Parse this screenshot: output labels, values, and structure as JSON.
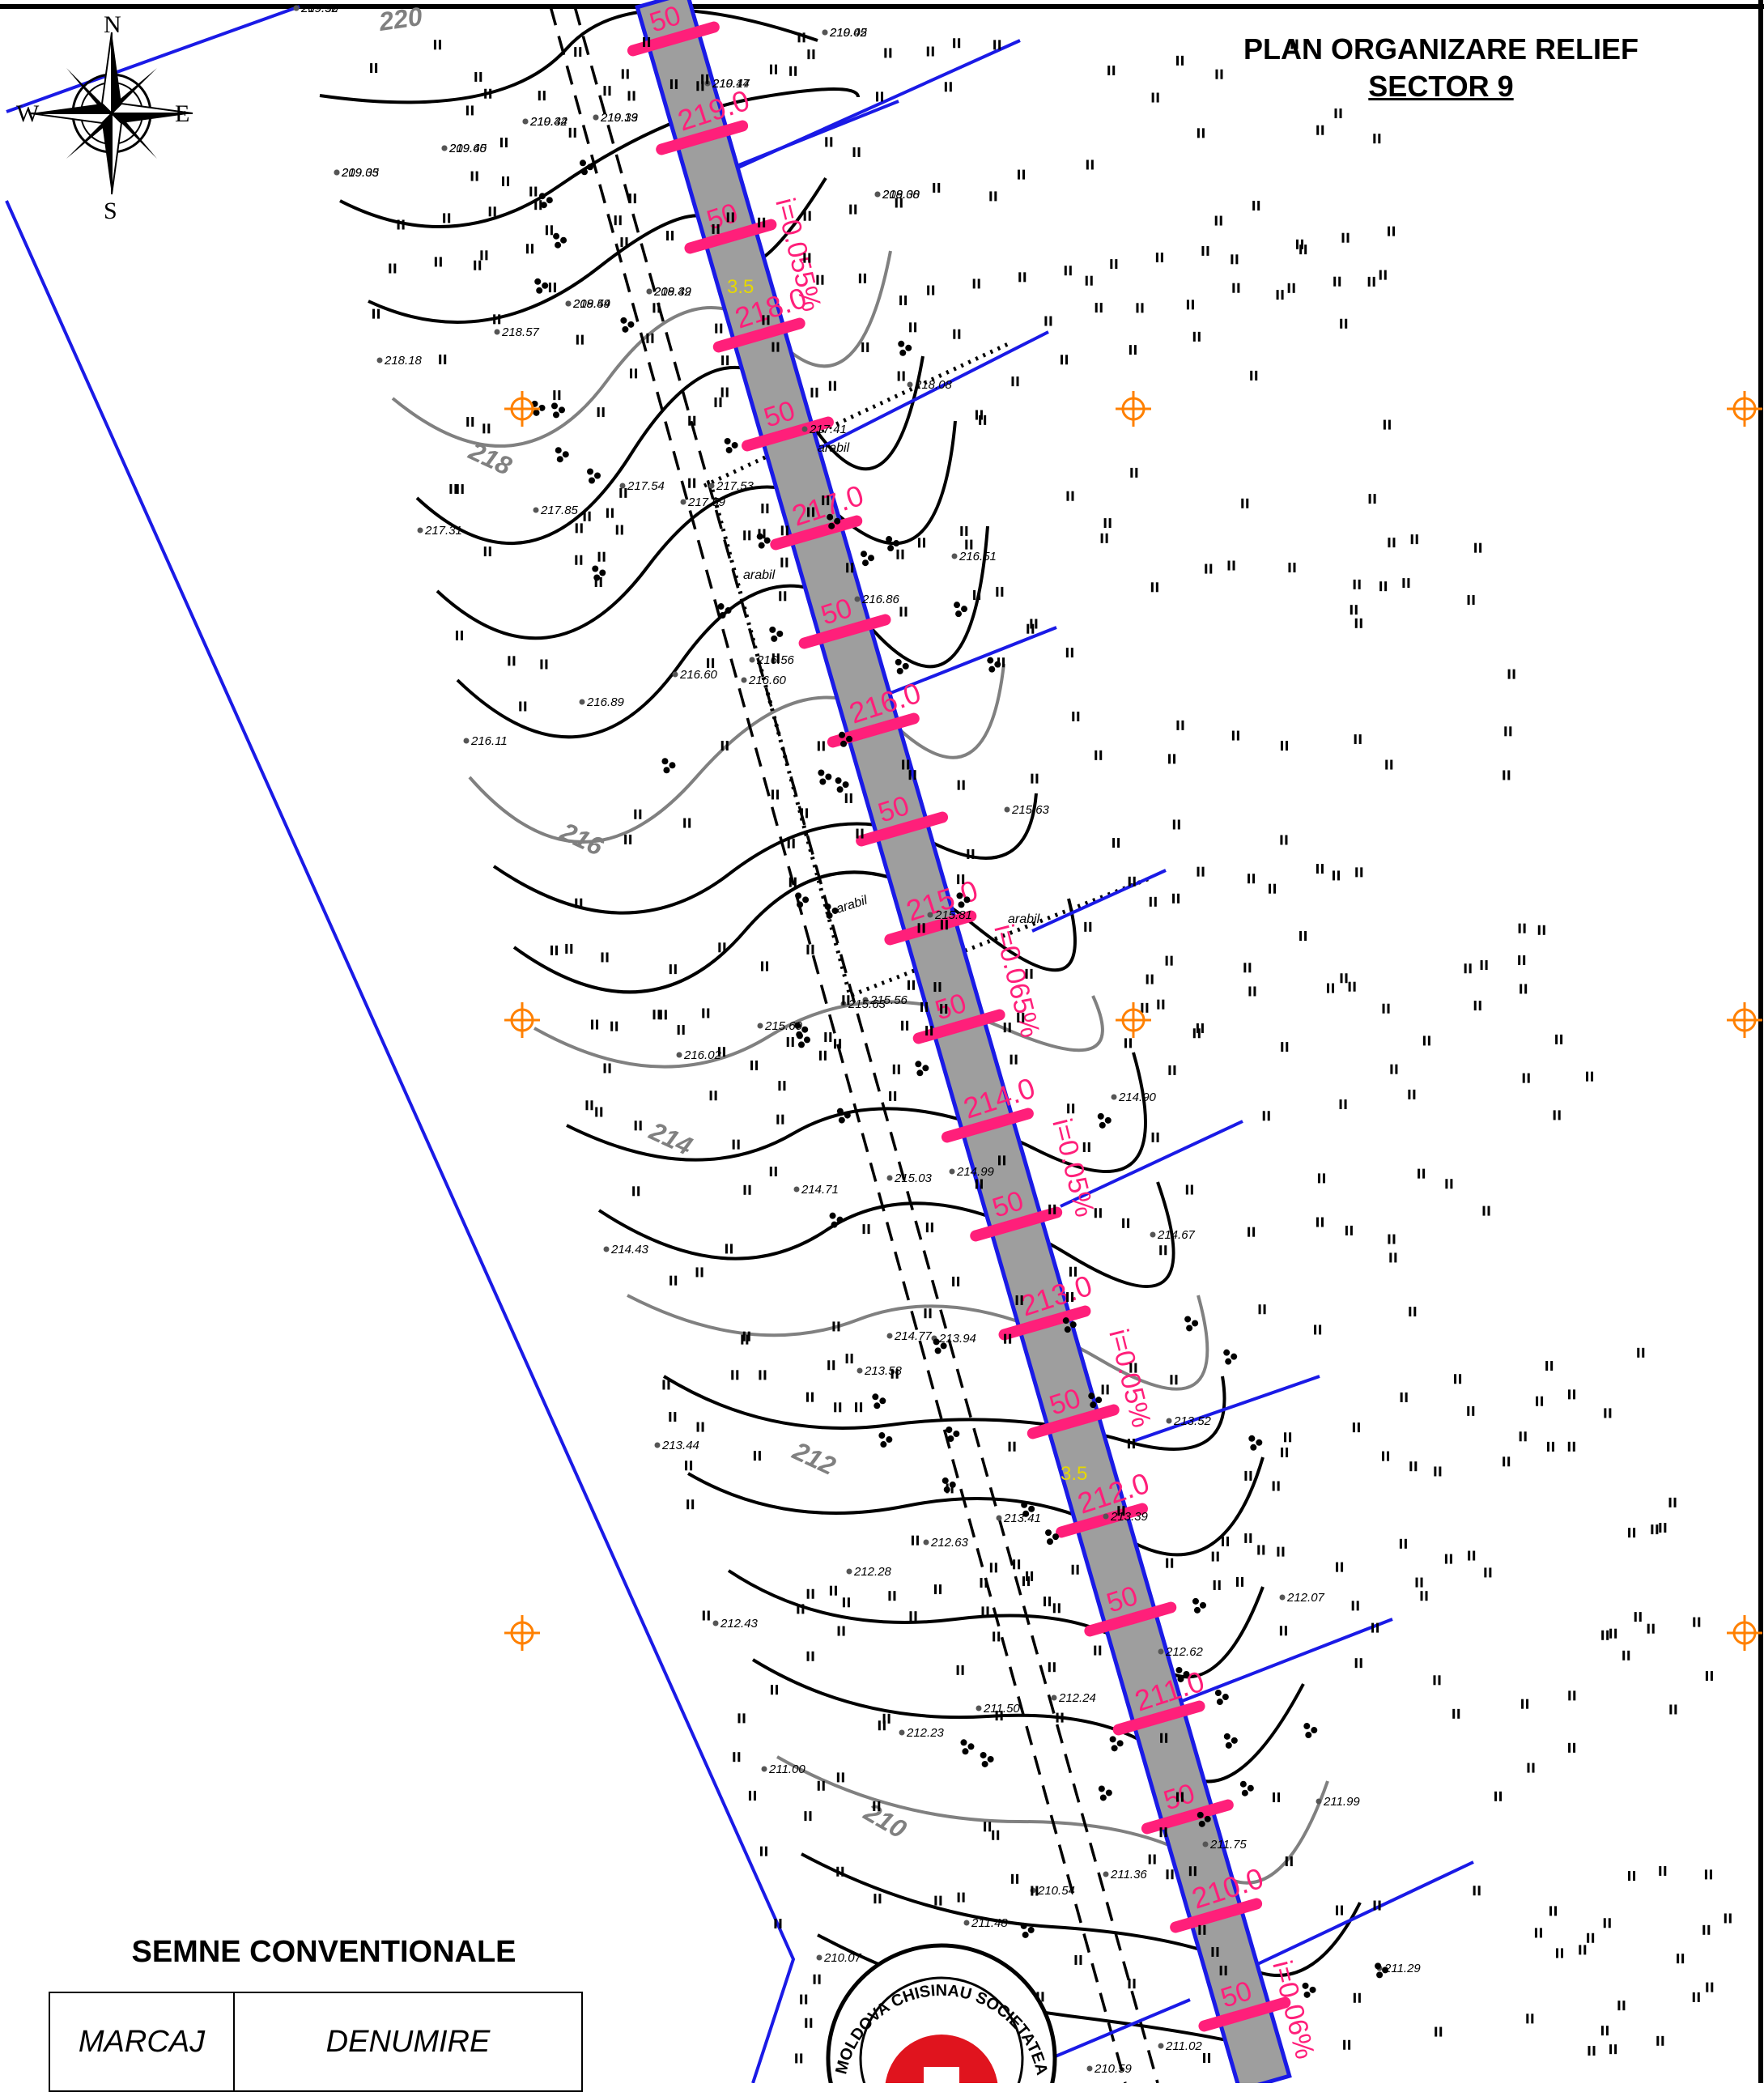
{
  "title": {
    "line1": "PLAN ORGANIZARE RELIEF",
    "line2": "SECTOR 9"
  },
  "compass": {
    "n": "N",
    "s": "S",
    "e": "E",
    "w": "W"
  },
  "legend": {
    "title": "SEMNE CONVENTIONALE",
    "col1": "MARCAJ",
    "col2": "DENUMIRE"
  },
  "road_stations": [
    "50",
    "219.0",
    "50",
    "218.0",
    "50",
    "217.0",
    "50",
    "216.0",
    "50",
    "215.0",
    "50",
    "214.0",
    "50",
    "213.0",
    "50",
    "212.0",
    "50",
    "211.0",
    "50",
    "210.0",
    "50"
  ],
  "slopes": [
    "i=0.055%",
    "i=0.065%",
    "i=0.05%",
    "i=0.05%",
    "i=0.06%"
  ],
  "widths": [
    "3.5",
    "3.5"
  ],
  "contour_labels": [
    "220",
    "218",
    "216",
    "214",
    "212",
    "210"
  ],
  "land_use": [
    "arabil",
    "arabil",
    "arabil",
    "arabil"
  ],
  "spot_elevations": [
    "219.90",
    "219.45",
    "219.44",
    "219.34",
    "219.39",
    "219.40",
    "219.05",
    "218.08",
    "218.44",
    "218.49",
    "218.57",
    "218.18",
    "218.08",
    "217.41",
    "217.54",
    "217.53",
    "217.59",
    "217.85",
    "217.31",
    "216.51",
    "216.86",
    "216.56",
    "216.60",
    "216.60",
    "216.89",
    "216.11",
    "215.63",
    "215.81",
    "215.56",
    "215.63",
    "215.60",
    "216.02",
    "214.90",
    "214.99",
    "215.03",
    "214.71",
    "214.67",
    "214.43",
    "214.77",
    "213.52",
    "213.44",
    "213.94",
    "213.58",
    "213.39",
    "213.41",
    "212.63",
    "212.28",
    "212.07",
    "212.62",
    "212.43",
    "212.24",
    "211.50",
    "212.23",
    "211.00",
    "211.99",
    "211.75",
    "211.36",
    "210.54",
    "211.48",
    "210.07",
    "211.29",
    "211.02",
    "210.59",
    "209.32",
    "210.02",
    "210.17",
    "210.42",
    "210.13",
    "209.65",
    "209.33",
    "209.30",
    "209.59",
    "209.32"
  ],
  "stamp": {
    "text": "MOLDOVA CHISINAU SOCIETATEA CU RASPUNDERE RESURS FOMI S.R.L."
  },
  "colors": {
    "road": "#9e9e9e",
    "road_edge": "#1a1ae6",
    "station": "#ff1f7a",
    "boundary": "#1a1ae6",
    "grid_mark": "#ff8000",
    "contour": "#000000",
    "contour_index": "#808080",
    "dim": "#e6d800"
  }
}
